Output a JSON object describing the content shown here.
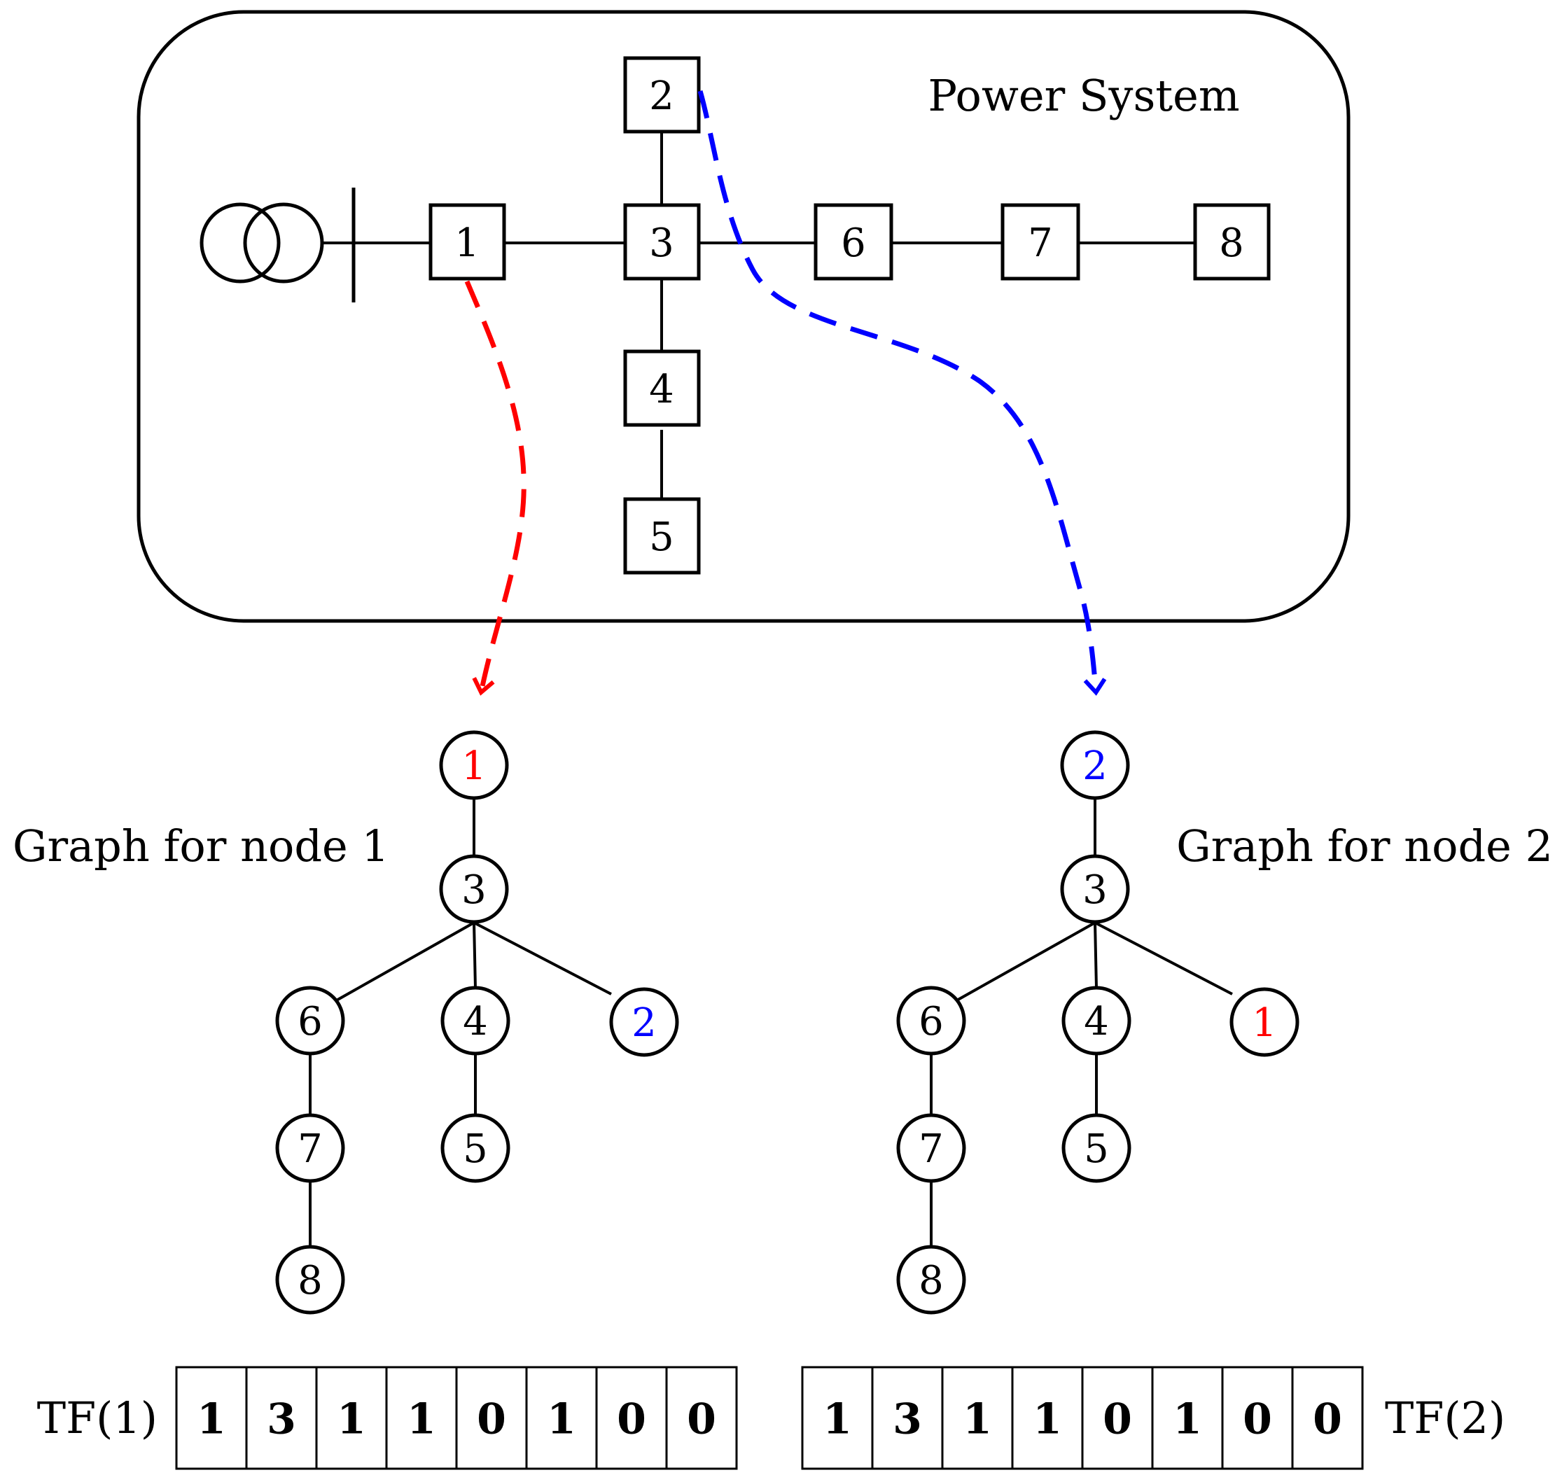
{
  "power_system": {
    "title": "Power System",
    "buses": [
      "1",
      "2",
      "3",
      "4",
      "5",
      "6",
      "7",
      "8"
    ]
  },
  "graph_node_1": {
    "title": "Graph for node 1",
    "root": "1",
    "nodes": [
      "1",
      "3",
      "6",
      "4",
      "2",
      "7",
      "5",
      "8"
    ],
    "highlighted_colors": {
      "1": "#ff0000",
      "2": "#0000ff"
    }
  },
  "graph_node_2": {
    "title": "Graph for node 2",
    "root": "2",
    "nodes": [
      "2",
      "3",
      "6",
      "4",
      "1",
      "7",
      "5",
      "8"
    ],
    "highlighted_colors": {
      "2": "#0000ff",
      "1": "#ff0000"
    }
  },
  "tf1": {
    "label": "TF(1)",
    "values": [
      "1",
      "3",
      "1",
      "1",
      "0",
      "1",
      "0",
      "0"
    ]
  },
  "tf2": {
    "label": "TF(2)",
    "values": [
      "1",
      "3",
      "1",
      "1",
      "0",
      "1",
      "0",
      "0"
    ]
  },
  "colors": {
    "arrow_node1": "#ff0000",
    "arrow_node2": "#0000ff"
  }
}
